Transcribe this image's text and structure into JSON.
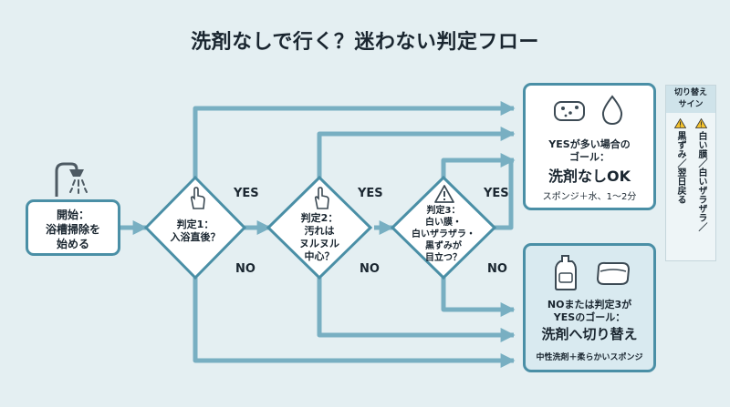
{
  "title": "洗剤なしで行く？迷わない判定フロー",
  "start": {
    "text_l1": "開始：",
    "text_l2": "浴槽掃除を",
    "text_l3": "始める"
  },
  "decisions": [
    {
      "l1": "判定1：",
      "l2": "入浴直後？"
    },
    {
      "l1": "判定2：",
      "l2": "汚れは",
      "l3": "ヌルヌル",
      "l4": "中心？"
    },
    {
      "l1": "判定3：",
      "l2": "白い膜・",
      "l3": "白いザラザラ・",
      "l4": "黒ずみが",
      "l5": "目立つ？"
    }
  ],
  "labels": {
    "yes": "YES",
    "no": "NO"
  },
  "goal_ok": {
    "l1": "YESが多い場合の",
    "l2": "ゴール：",
    "headline": "洗剤なしOK",
    "sub": "スポンジ＋水、1〜2分"
  },
  "goal_switch": {
    "l1": "NOまたは判定3が",
    "l2": "YESのゴール：",
    "headline": "洗剤へ切り替え",
    "sub": "中性洗剤＋柔らかいスポンジ"
  },
  "switch_signs": {
    "header_l1": "切り替え",
    "header_l2": "サイン",
    "col1": "白い膜／白いザラザラ／",
    "col2": "黒ずみ／翌日戻る"
  },
  "icons": [
    "shower-icon",
    "hand-pointer-icon",
    "warning-icon",
    "sponge-icon",
    "water-drop-icon",
    "detergent-bottle-icon"
  ],
  "colors": {
    "background": "#e4eff2",
    "accent": "#4a8fa6",
    "arrow": "#78afc2",
    "text": "#1a2630",
    "switch_box_fill": "#d9eaf0",
    "warning": "#f2c12e"
  }
}
